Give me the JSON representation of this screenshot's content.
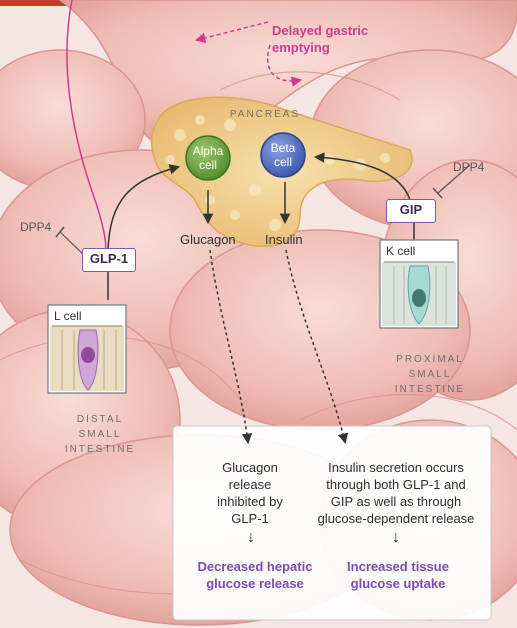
{
  "top_note": {
    "text": "Delayed gastric\nemptying",
    "color": "#d33a8e"
  },
  "pancreas": {
    "label": "PANCREAS"
  },
  "alpha_cell": {
    "label": "Alpha\ncell",
    "color": "#5f9a3a"
  },
  "beta_cell": {
    "label": "Beta\ncell",
    "color": "#4a63b8"
  },
  "hormones": {
    "glucagon": "Glucagon",
    "insulin": "Insulin"
  },
  "incretins": {
    "glp1": "GLP-1",
    "gip": "GIP",
    "dpp4_left": "DPP4",
    "dpp4_right": "DPP4"
  },
  "l_cell": {
    "label": "L cell",
    "region": "DISTAL\nSMALL\nINTESTINE"
  },
  "k_cell": {
    "label": "K cell",
    "region": "PROXIMAL\nSMALL\nINTESTINE"
  },
  "effects": {
    "glucagon_text": "Glucagon\nrelease\ninhibited by\nGLP-1",
    "insulin_text": "Insulin secretion occurs\nthrough both GLP-1 and\nGIP as well as through\nglucose-dependent release",
    "glucagon_outcome": "Decreased hepatic\nglucose release",
    "insulin_outcome": "Increased tissue\nglucose uptake",
    "arrow_glyph": "↓"
  },
  "colors": {
    "accent_purple": "#7b4bb0",
    "tissue_pink": "#f3c2bd",
    "pancreas_tan": "#f2d08f",
    "top_bar_red": "#cc3a2a"
  }
}
